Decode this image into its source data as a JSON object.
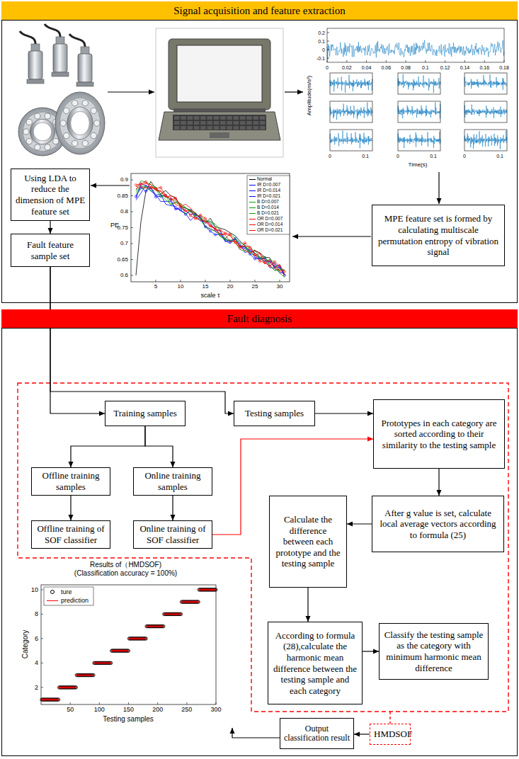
{
  "diagram": {
    "nodes": [
      {
        "text": [
          "Signal acquisition and feature extraction"
        ]
      },
      {
        "text": [
          "MPE feature set is formed by calculating multiscale permutation entropy of vibration signal"
        ],
        "in": 0
      },
      {
        "text": [
          "Using LDA to reduce the dimension of MPE feature set"
        ],
        "in": 0
      },
      {
        "text": [
          "Fault feature sample set"
        ],
        "in": 0
      },
      {
        "text": [
          "Fault diagnosis"
        ]
      },
      {
        "text": [
          "Training samples"
        ],
        "in": 4
      },
      {
        "text": [
          "Testing samples"
        ],
        "in": 4
      },
      {
        "text": [
          "Prototypes in each category are sorted according to their similarity to the testing sample"
        ],
        "in": 4
      },
      {
        "text": [
          "Offline training samples"
        ],
        "in": 4
      },
      {
        "text": [
          "Online training samples"
        ],
        "in": 4
      },
      {
        "text": [
          "Offline training of SOF classifier"
        ],
        "in": 4
      },
      {
        "text": [
          "Online training of SOF classifier"
        ],
        "in": 4
      },
      {
        "text": [
          "Calculate the difference between each prototype and the testing sample"
        ],
        "in": 4
      },
      {
        "text": [
          "After g value is set, calculate local average vectors according to formula (25)"
        ],
        "in": 4
      },
      {
        "text": [
          "Results of（HMDSOF)",
          "(Classification accuracy = 100%)"
        ],
        "in": 4
      },
      {
        "text": [
          "According to formula (28),calculate the harmonic mean difference between the testing sample and each category"
        ],
        "in": 4
      },
      {
        "text": [
          "Classify the testing sample as the category with minimum harmonic mean difference"
        ],
        "in": 4
      },
      {
        "text": [
          "Output classification result"
        ],
        "in": 4
      },
      {
        "text": [
          "HMDSOF"
        ],
        "in": 4
      }
    ],
    "edges": [
      {
        "from": 2,
        "to": 3,
        "arrow": "to"
      },
      {
        "from": 3,
        "to": 5,
        "arrow": "to"
      },
      {
        "from": 3,
        "to": 6,
        "arrow": "to"
      },
      {
        "from": 5,
        "to": 8,
        "arrow": "to"
      },
      {
        "from": 5,
        "to": 9,
        "arrow": "to"
      },
      {
        "from": 8,
        "to": 10,
        "arrow": "to"
      },
      {
        "from": 9,
        "to": 11,
        "arrow": "to"
      },
      {
        "from": 11,
        "to": 7,
        "arrow": "to"
      },
      {
        "from": 6,
        "to": 7,
        "arrow": "to"
      },
      {
        "from": 7,
        "to": 13,
        "arrow": "to"
      },
      {
        "from": 13,
        "to": 12,
        "arrow": "to"
      },
      {
        "from": 12,
        "to": 15,
        "arrow": "to"
      },
      {
        "from": 15,
        "to": 16,
        "arrow": "to"
      },
      {
        "from": 18,
        "to": 17,
        "arrow": "to"
      },
      {
        "from": 17,
        "to": 14,
        "arrow": "to"
      }
    ],
    "labels": [
      "Amplitude(m/s²)",
      "0.2",
      "0.1",
      "0",
      "-0.1",
      "0",
      "0.02",
      "0.04",
      "0.06",
      "0.08",
      "0.1",
      "0.12",
      "0.14",
      "0.16",
      "0.18",
      "0",
      "0.1",
      "0",
      "0.1",
      "0",
      "0.1",
      "Time(s)",
      "0.9",
      "0.85",
      "0.8",
      "0.75",
      "0.7",
      "0.65",
      "0.6",
      "5",
      "10",
      "15",
      "20",
      "25",
      "30",
      "scale τ",
      "PE",
      "2",
      "4",
      "6",
      "8",
      "10",
      "50",
      "100",
      "150",
      "200",
      "250",
      "300",
      "Category",
      "Testing samples"
    ],
    "legend": [
      {
        "text": "Normal"
      },
      {
        "text": "IR D=0.007"
      },
      {
        "text": "IR D=0.014"
      },
      {
        "text": "IR D=0.021"
      },
      {
        "text": "B D=0.007"
      },
      {
        "text": "B D=0.014"
      },
      {
        "text": "B D=0.021"
      },
      {
        "text": "OR D=0.007"
      },
      {
        "text": "OR D=0.014"
      },
      {
        "text": "OR D=0.021"
      },
      {
        "text": "ture"
      },
      {
        "text": "prediction"
      }
    ]
  }
}
